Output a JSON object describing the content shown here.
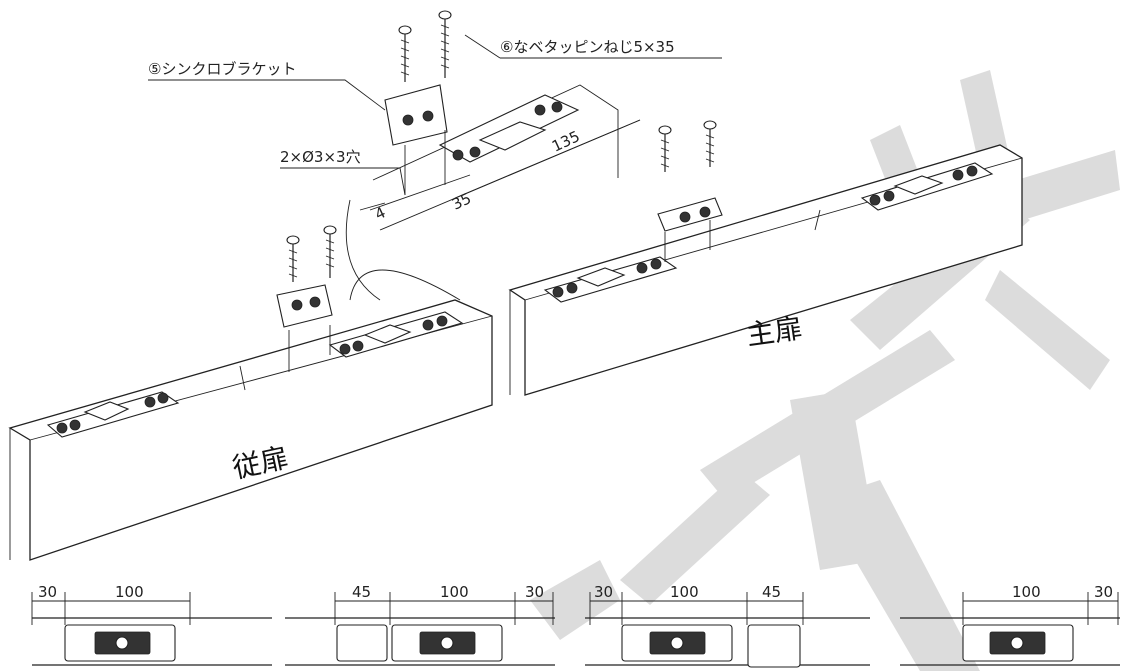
{
  "labels": {
    "synchro_bracket": "⑤シンクロブラケット",
    "screw": "⑥なベタッピンねじ5×35",
    "holes": "2×Ø3×3穴",
    "main_door": "主扉",
    "sub_door": "従扉"
  },
  "iso_dims": {
    "d135": "135",
    "d35": "35",
    "d4": "4"
  },
  "bottom": {
    "panel1": {
      "d1": "30",
      "d2": "100"
    },
    "panel2": {
      "d1": "45",
      "d2": "100",
      "d3": "30"
    },
    "panel3": {
      "d1": "30",
      "d2": "100",
      "d3": "45"
    },
    "panel4": {
      "d1": "100",
      "d2": "30"
    }
  },
  "colors": {
    "line": "#222222",
    "watermark": "#dcdcdc"
  }
}
